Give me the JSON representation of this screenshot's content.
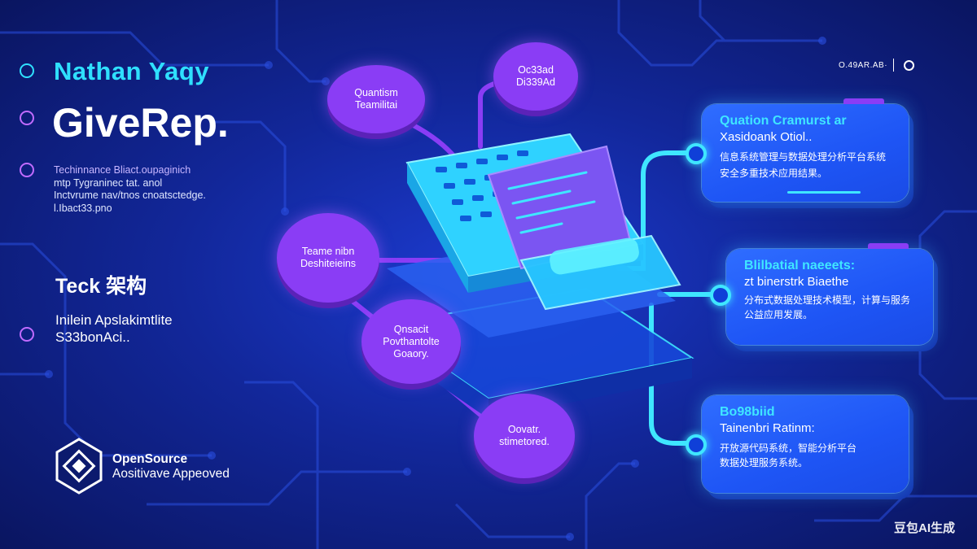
{
  "header": {
    "brand_name": "Nathan Yaqy",
    "title": "GiveRep.",
    "top_right_text": "O.49AR.AB·"
  },
  "intro": {
    "lines": [
      "Techinnance Bliact.oupaginich",
      "mtp Tygraninec tat. anol",
      "Inctvrume nav/tnos cnoatsctedge.",
      "l.Ibact33.pno"
    ]
  },
  "stack": {
    "label": "Teck 架构",
    "desc_line1": "Inilein Apslakimtlite",
    "desc_line2": "S33bonAci.."
  },
  "badge": {
    "line1": "OpenSource",
    "line2": "Aositivave Appeoved"
  },
  "nodes": [
    {
      "line1": "Quantism",
      "line2": "Teamilitai"
    },
    {
      "line1": "Oc33ad",
      "line2": "Di339Ad"
    },
    {
      "line1": "Teame nibn",
      "line2": "Deshiteieins"
    },
    {
      "line1": "Qnsacit",
      "line2": "Povthantolte",
      "line3": "Goaory."
    },
    {
      "line1": "Oovatr.",
      "line2": "stimetored."
    }
  ],
  "panels": [
    {
      "title": "Quation Cramurst ar",
      "subtitle": "Xasidoank Otiol..",
      "body1": "信息系统管理与数据处理分析平台系统",
      "body2": "安全多重技术应用结果。"
    },
    {
      "title": "Blilbatial naeeets:",
      "subtitle": "zt binerstrk Biaethe",
      "body1": "分布式数据处理技术模型，计算与服务",
      "body2": "公益应用发展。"
    },
    {
      "title": "Bo98biid",
      "subtitle": "Tainenbri Ratinm:",
      "body1": "开放源代码系统，智能分析平台",
      "body2": "数据处理服务系统。"
    }
  ],
  "watermark": "豆包AI生成",
  "colors": {
    "accent_cyan": "#3fe6ff",
    "accent_purple": "#8a3df5",
    "panel_blue": "#1e55f5",
    "background": "#12279a"
  }
}
